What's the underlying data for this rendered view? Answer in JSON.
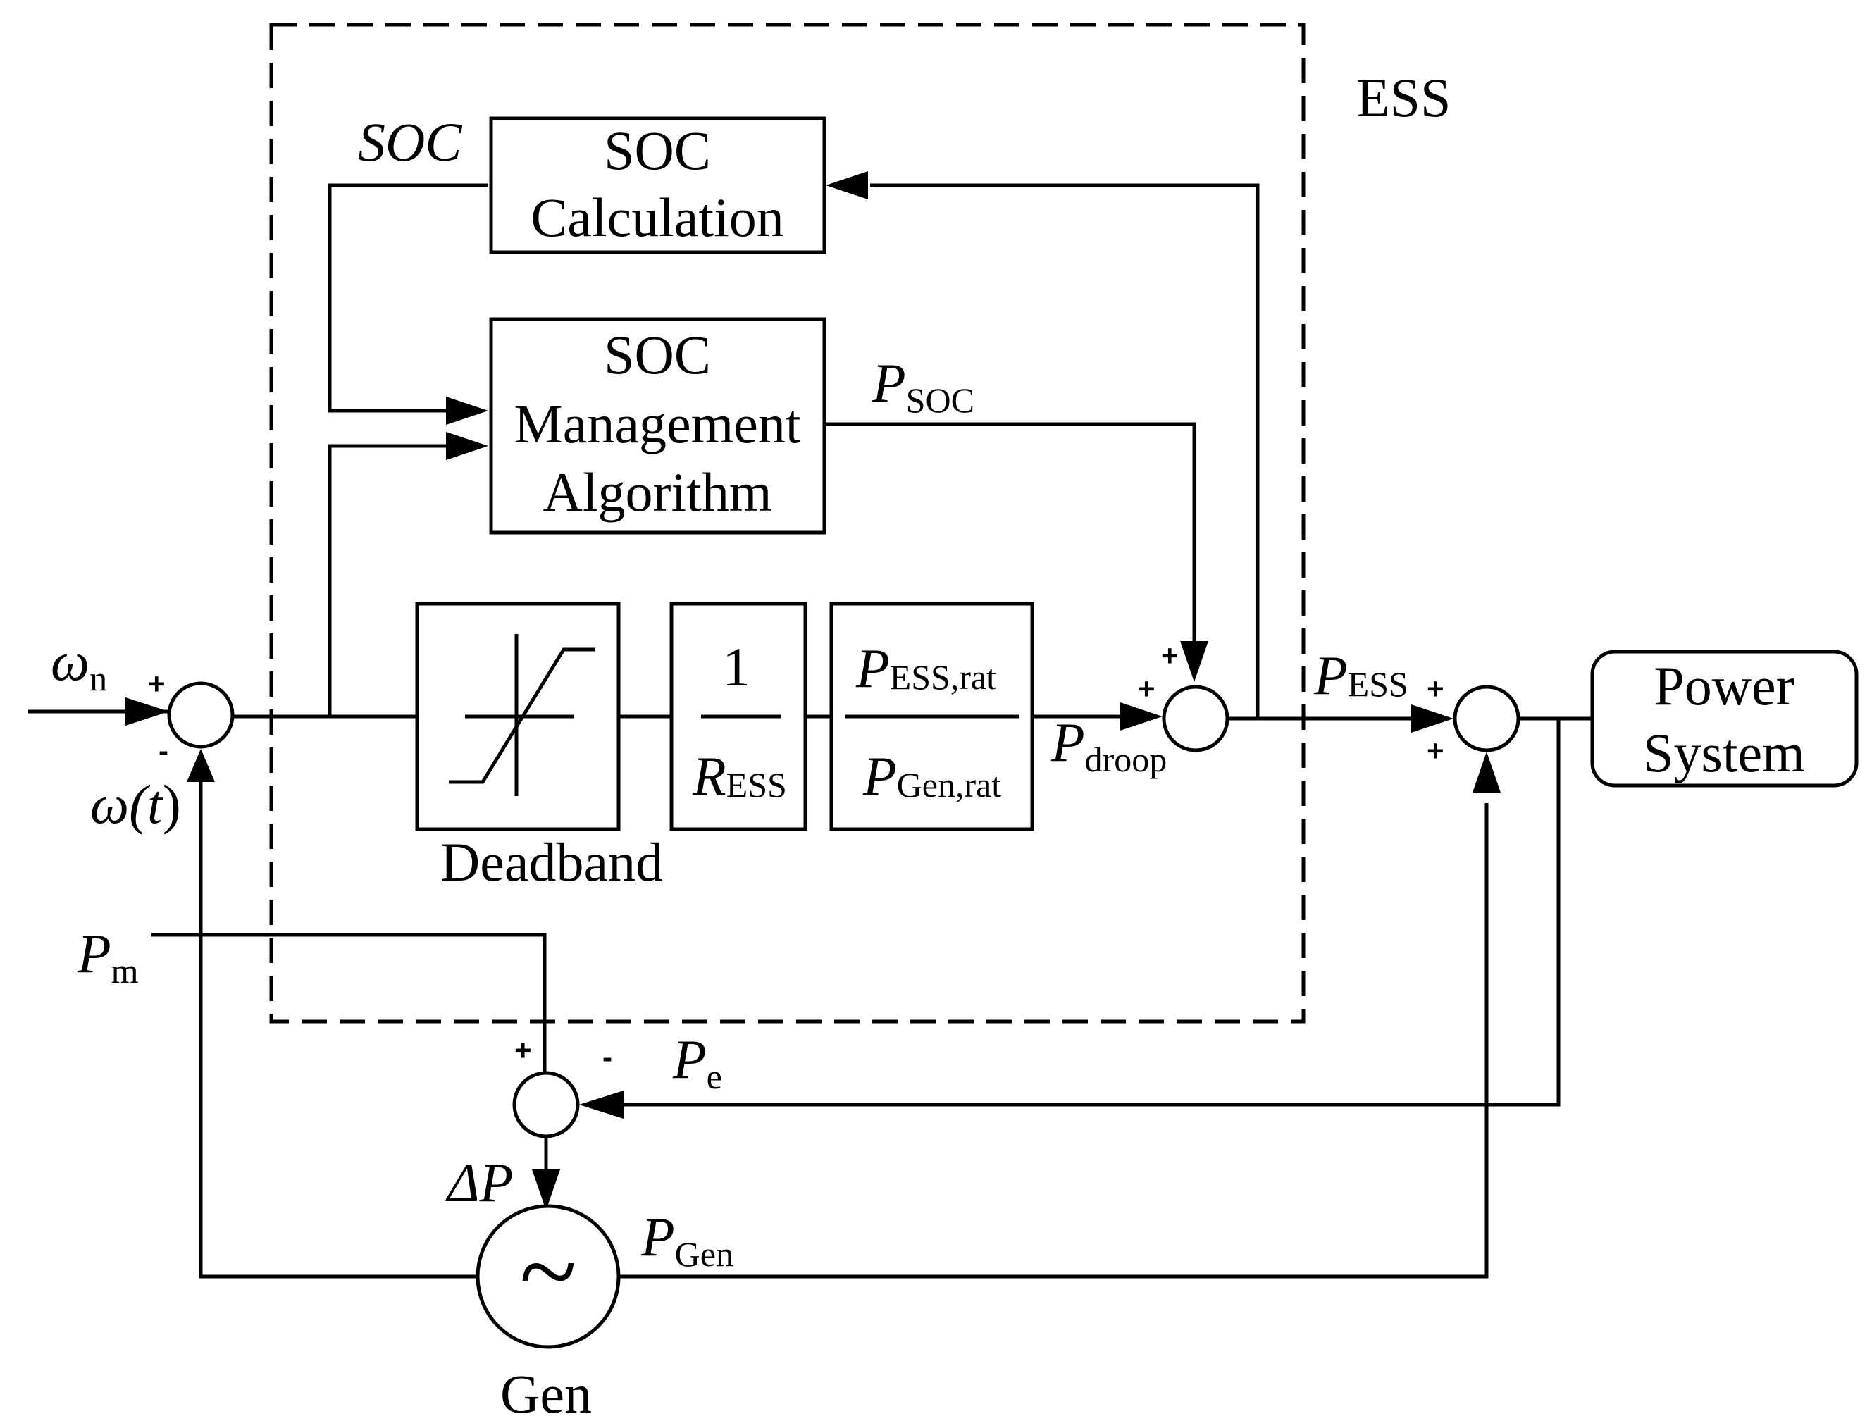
{
  "ess_label": "ESS",
  "blocks": {
    "soc_calc_line1": "SOC",
    "soc_calc_line2": "Calculation",
    "soc_mgmt_line1": "SOC",
    "soc_mgmt_line2": "Management",
    "soc_mgmt_line3": "Algorithm",
    "deadband_label": "Deadband",
    "gain_numerator": "1",
    "gain_denominator_main": "R",
    "gain_denominator_sub": "ESS",
    "ratio_num_main": "P",
    "ratio_num_sub": "ESS,rat",
    "ratio_den_main": "P",
    "ratio_den_sub": "Gen,rat",
    "power_system_line1": "Power",
    "power_system_line2": "System",
    "gen_symbol": "~",
    "gen_label": "Gen"
  },
  "signals": {
    "soc": "SOC",
    "p_soc_main": "P",
    "p_soc_sub": "SOC",
    "p_droop_main": "P",
    "p_droop_sub": "droop",
    "p_ess_main": "P",
    "p_ess_sub": "ESS",
    "omega_n_main": "ω",
    "omega_n_sub": "n",
    "omega_t_a": "ω(",
    "omega_t_b": "t",
    "omega_t_c": ")",
    "p_m_main": "P",
    "p_m_sub": "m",
    "p_e_main": "P",
    "p_e_sub": "e",
    "delta_p": "ΔP",
    "p_gen_main": "P",
    "p_gen_sub": "Gen"
  },
  "signs": {
    "sum1_plus": "+",
    "sum1_minus": "-",
    "sum2_plus_top": "+",
    "sum2_plus_left": "+",
    "sum3_plus_left": "+",
    "sum3_plus_bottom": "+",
    "sum4_plus": "+",
    "sum4_minus": "-"
  }
}
